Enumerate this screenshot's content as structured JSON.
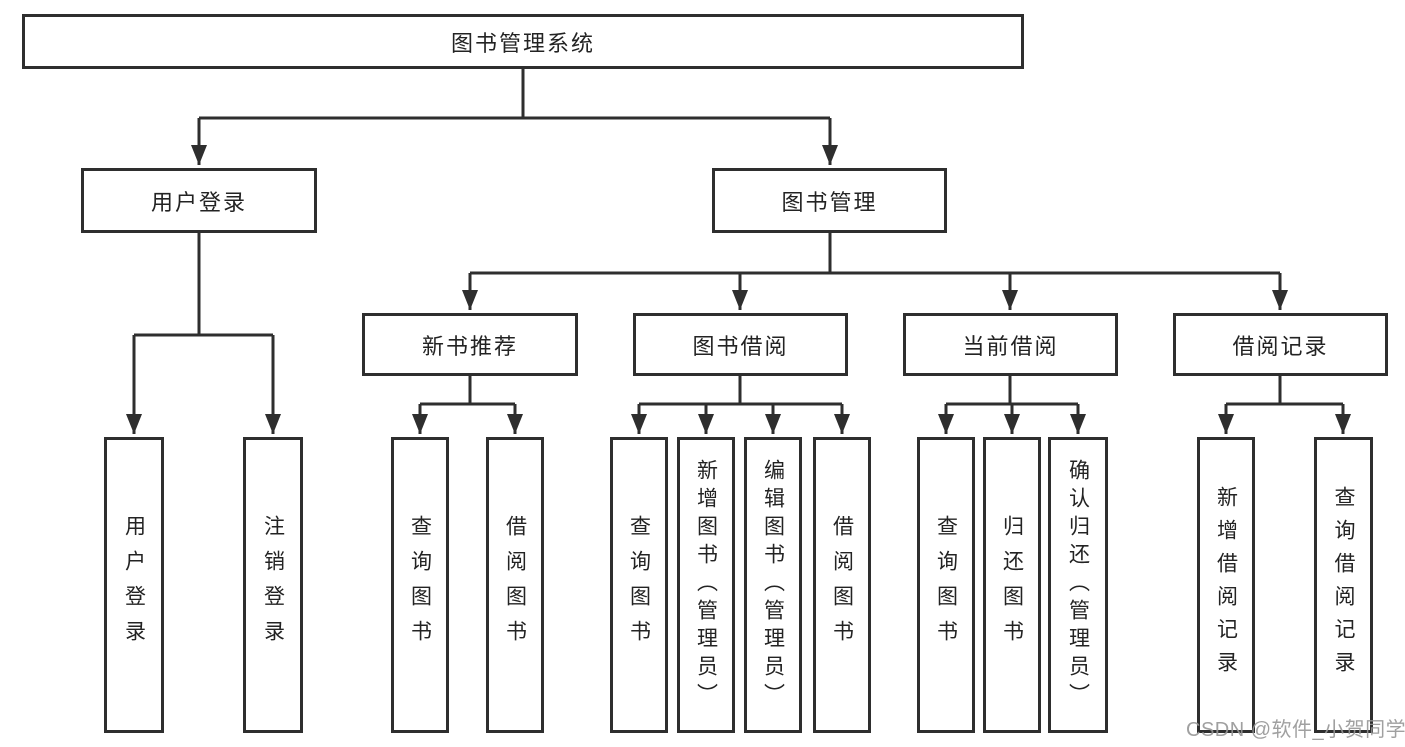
{
  "diagram_type": "hierarchy-tree",
  "colors": {
    "line": "#2e2e2e",
    "box_border": "#2e2e2e",
    "box_fill": "#ffffff",
    "text": "#232323",
    "background": "#ffffff",
    "watermark": "#969696"
  },
  "structure": [
    {
      "label": "图书管理系统",
      "children": [
        {
          "label": "用户登录",
          "children": [
            "用户登录",
            "注销登录"
          ]
        },
        {
          "label": "图书管理",
          "children": [
            {
              "label": "新书推荐",
              "children": [
                "查询图书",
                "借阅图书"
              ]
            },
            {
              "label": "图书借阅",
              "children": [
                "查询图书",
                "新增图书（管理员）",
                "编辑图书（管理员）",
                "借阅图书"
              ]
            },
            {
              "label": "当前借阅",
              "children": [
                "查询图书",
                "归还图书",
                "确认归还（管理员）"
              ]
            },
            {
              "label": "借阅记录",
              "children": [
                "新增借阅记录",
                "查询借阅记录"
              ]
            }
          ]
        }
      ]
    }
  ],
  "watermark": {
    "text": "CSDN @软件_小贺同学"
  }
}
